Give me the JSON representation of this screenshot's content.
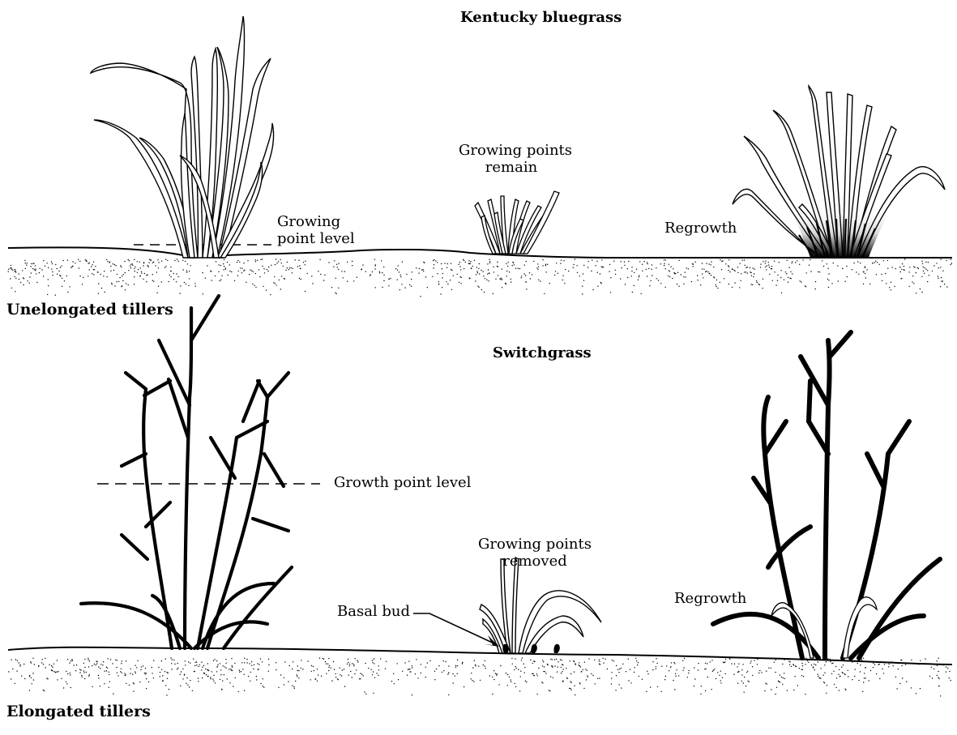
{
  "panels": {
    "top": {
      "species_label": "Kentucky bluegrass",
      "tiller_type": "Unelongated tillers",
      "growing_point_label_line1": "Growing",
      "growing_point_label_line2": "point level",
      "center_label_line1": "Growing points",
      "center_label_line2": "remain",
      "regrowth_label": "Regrowth"
    },
    "bottom": {
      "species_label": "Switchgrass",
      "tiller_type": "Elongated tillers",
      "growth_point_label": "Growth point level",
      "center_label_line1": "Growing points",
      "center_label_line2": "removed",
      "basal_bud_label": "Basal bud",
      "regrowth_label": "Regrowth"
    }
  },
  "colors": {
    "ink": "#000000",
    "paper": "#ffffff"
  }
}
